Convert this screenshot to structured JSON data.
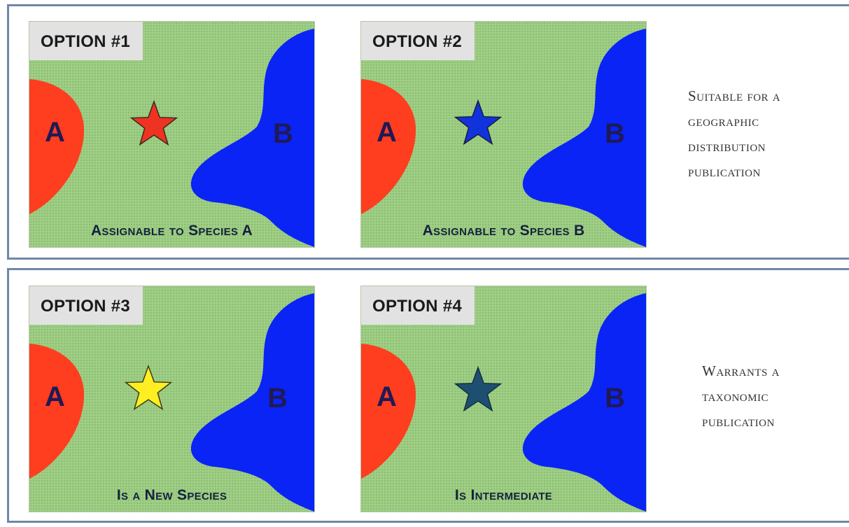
{
  "panels": [
    {
      "option": "OPTION #1",
      "caption": "Assignable to Species A",
      "star_color": "#ee3322",
      "label_a": "A",
      "label_b": "B"
    },
    {
      "option": "OPTION #2",
      "caption": "Assignable to Species B",
      "star_color": "#1133dd",
      "label_a": "A",
      "label_b": "B"
    },
    {
      "option": "OPTION #3",
      "caption": "Is a New Species",
      "star_color": "#ffee22",
      "label_a": "A",
      "label_b": "B"
    },
    {
      "option": "OPTION #4",
      "caption": "Is Intermediate",
      "star_color": "#1f4f70",
      "label_a": "A",
      "label_b": "B"
    }
  ],
  "notes": {
    "row1": [
      "Suitable for a",
      "geographic",
      "distribution",
      "publication"
    ],
    "row2": [
      "Warrants a",
      "taxonomic",
      "publication"
    ]
  },
  "colors": {
    "region_a": "#ff3d1f",
    "region_b": "#0a24f5",
    "background": "#9fcf85",
    "frame": "#6f87a6"
  }
}
